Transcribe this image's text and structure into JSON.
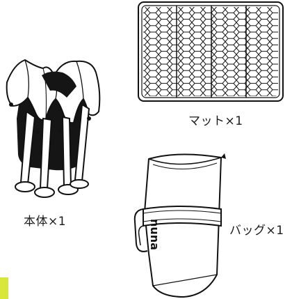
{
  "items": [
    {
      "label": "本体×1"
    },
    {
      "label": "マット×1"
    },
    {
      "label": "バッグ×1"
    }
  ],
  "bag_logo_text": "nuna",
  "accent_color": "#d9e63a",
  "icons": [
    "folded-playard-frame",
    "mattress-illustration",
    "carry-bag-illustration"
  ]
}
